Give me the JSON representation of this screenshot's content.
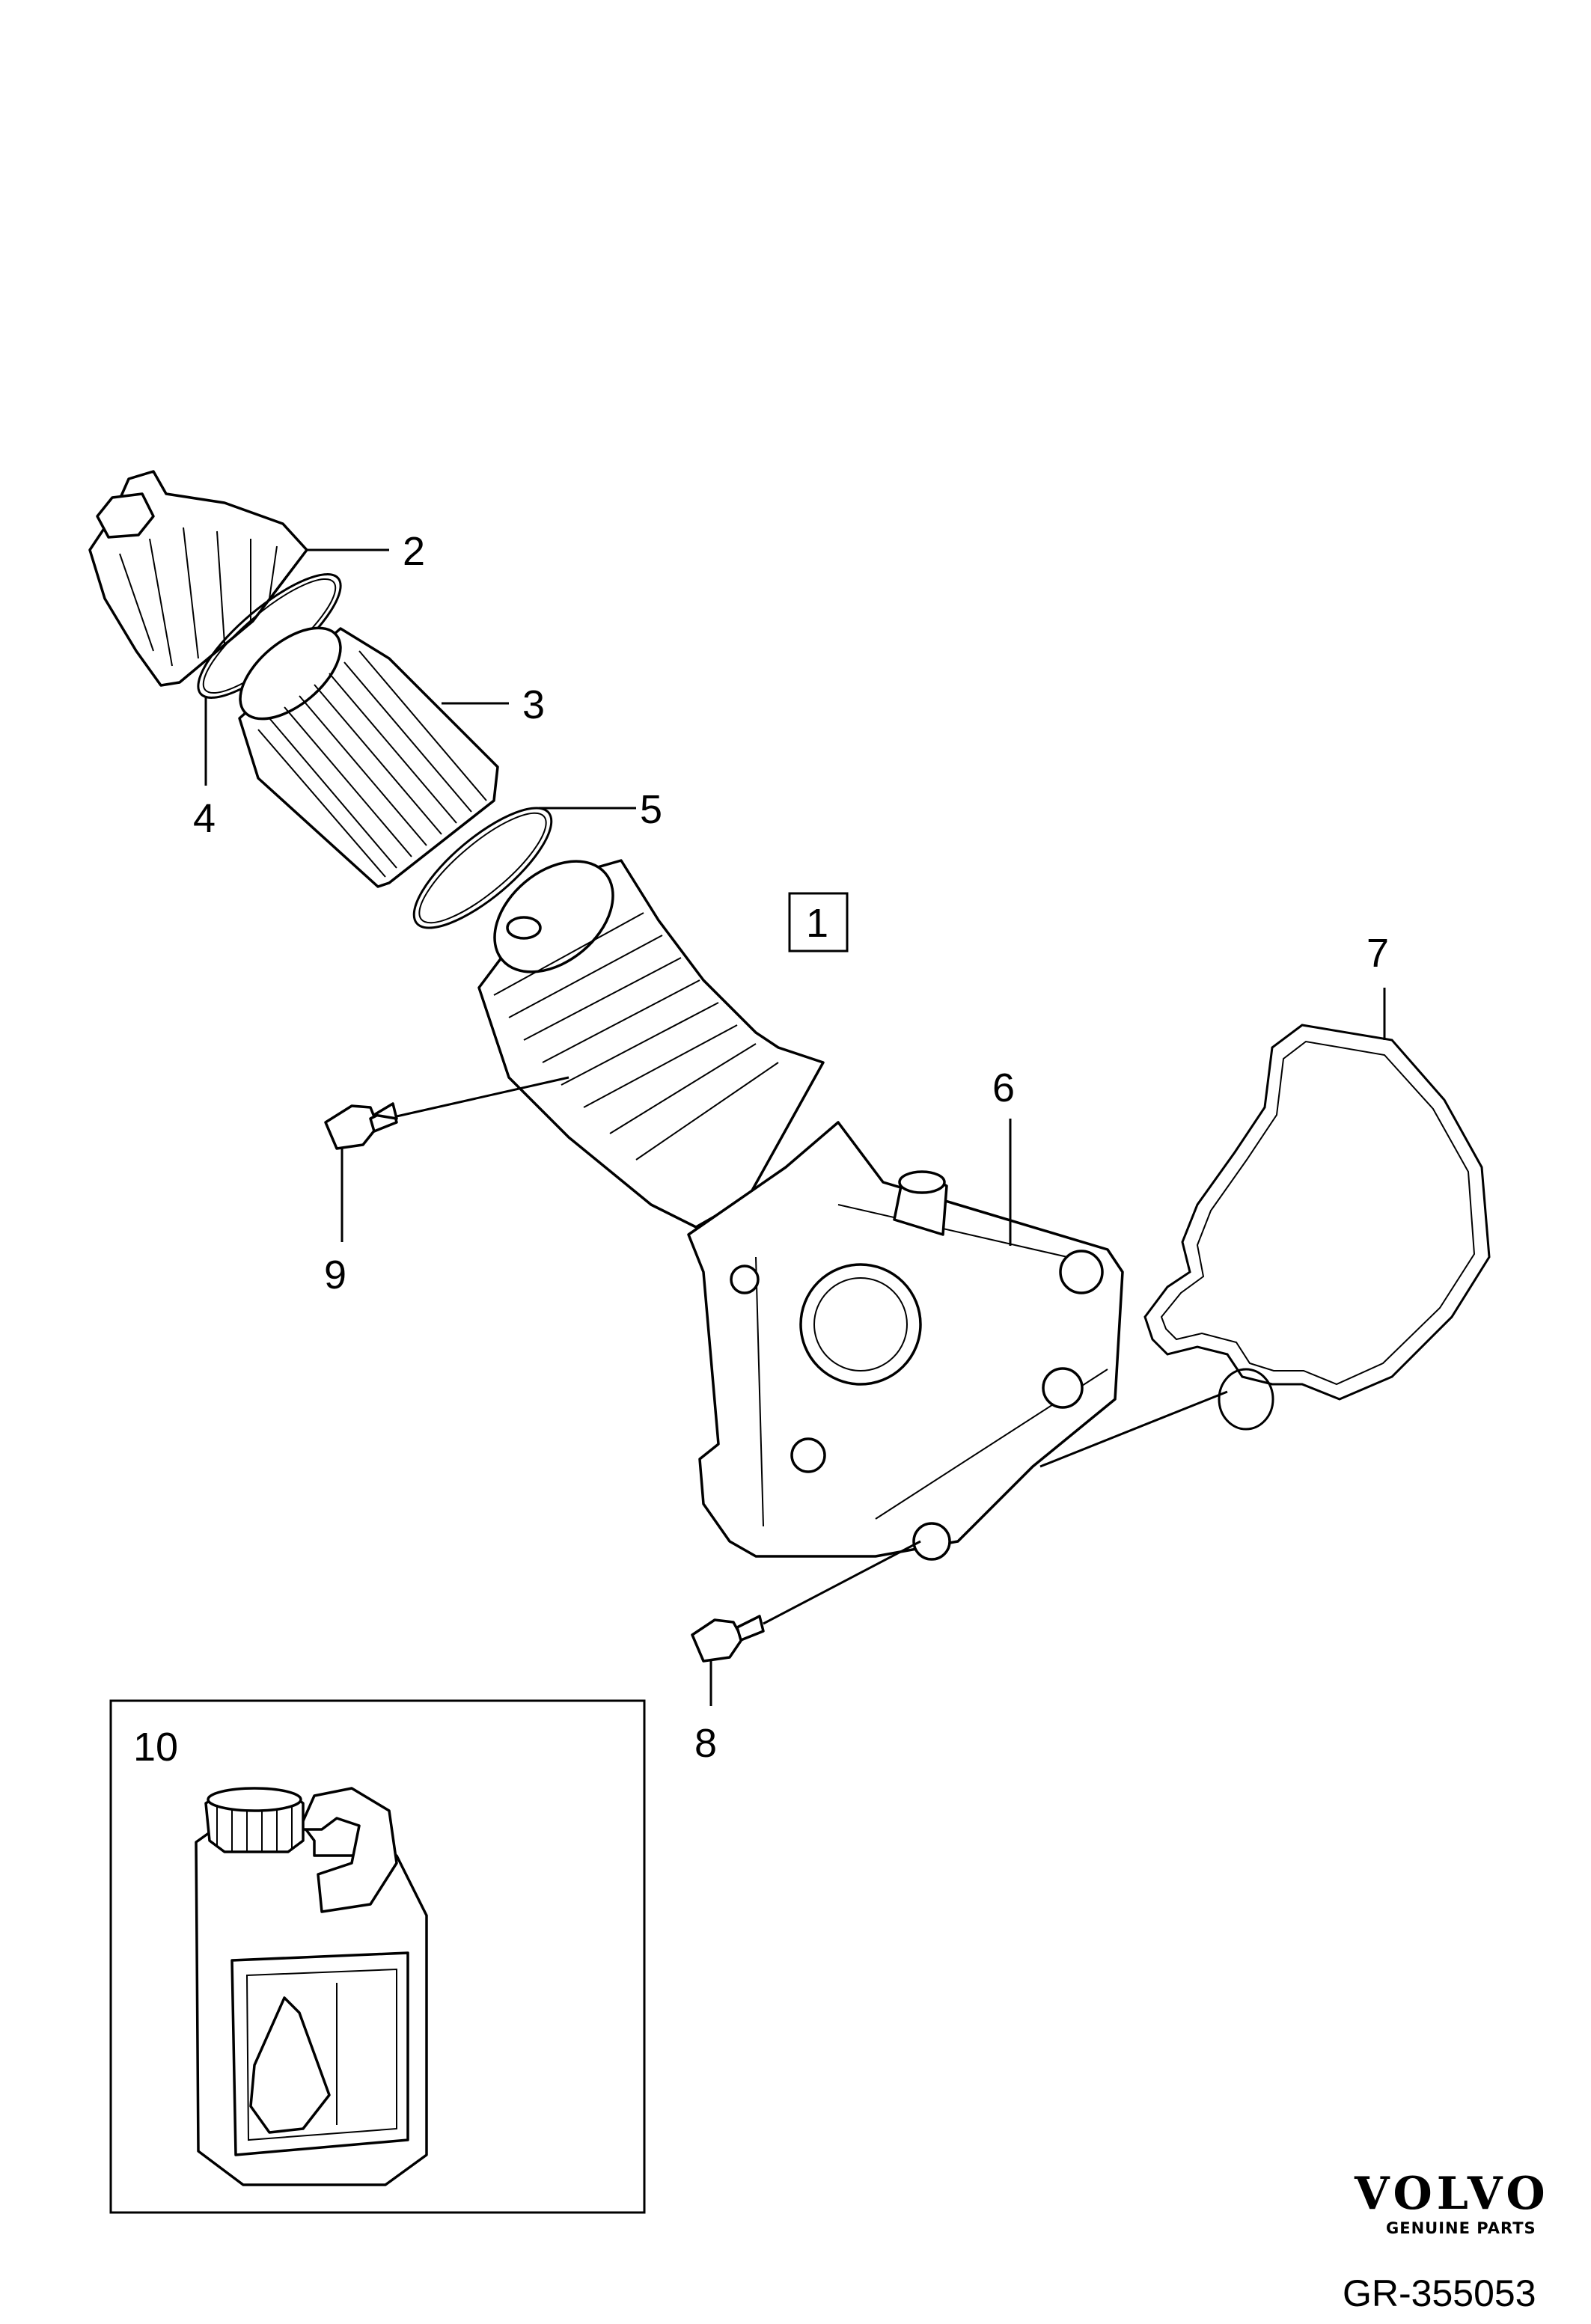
{
  "callouts": [
    {
      "id": "callout-2",
      "text": "2"
    },
    {
      "id": "callout-3",
      "text": "3"
    },
    {
      "id": "callout-4",
      "text": "4"
    },
    {
      "id": "callout-5",
      "text": "5"
    },
    {
      "id": "callout-1",
      "text": "1"
    },
    {
      "id": "callout-7",
      "text": "7"
    },
    {
      "id": "callout-6",
      "text": "6"
    },
    {
      "id": "callout-9",
      "text": "9"
    },
    {
      "id": "callout-8",
      "text": "8"
    },
    {
      "id": "callout-10",
      "text": "10"
    }
  ],
  "brand": {
    "name": "VOLVO",
    "tagline": "GENUINE PARTS"
  },
  "drawing_code": "GR-355053"
}
